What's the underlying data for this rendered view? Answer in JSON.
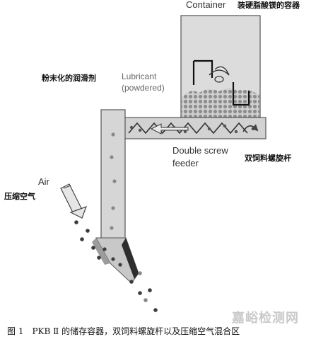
{
  "labels": {
    "container_en": "Container",
    "container_zh": "装硬脂酸镁的容器",
    "lubricant_zh": "粉末化的润滑剂",
    "lubricant_en_1": "Lubricant",
    "lubricant_en_2": "(powdered)",
    "feeder_en_1": "Double screw",
    "feeder_en_2": "feeder",
    "feeder_zh": "双饲料螺旋杆",
    "air_en": "Air",
    "air_zh": "压缩空气"
  },
  "caption": "图 1　PKB Ⅱ 的储存容器，双饲料螺旋杆以及压缩空气混合区",
  "watermark": "嘉峪检测网",
  "colors": {
    "container_fill": "#dcdcdc",
    "chute_fill": "#d6d6d6",
    "outline": "#555555",
    "particle_dark": "#3c3c3c",
    "particle_gray": "#8a8a8a",
    "watermark": "#c9c9c9"
  }
}
